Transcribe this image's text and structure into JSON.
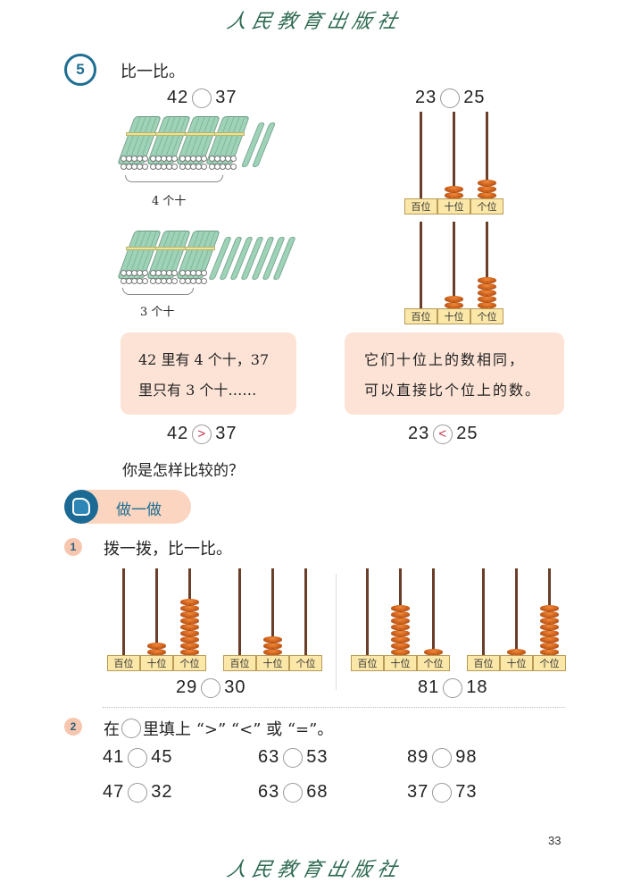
{
  "header": {
    "publisher": "人民教育出版社"
  },
  "section5": {
    "number": "5",
    "title": "比一比。",
    "left": {
      "question": {
        "a": "42",
        "b": "37"
      },
      "bundle_label_top": "4 个十",
      "bundle_label_bottom": "3 个十",
      "bubble_lines": [
        "42 里有 4 个十，37",
        "里只有 3 个十……"
      ],
      "answer": {
        "a": "42",
        "symbol": ">",
        "b": "37"
      }
    },
    "right": {
      "question": {
        "a": "23",
        "b": "25"
      },
      "bubble_lines": [
        "它们十位上的数相同，",
        "可以直接比个位上的数。"
      ],
      "answer": {
        "a": "23",
        "symbol": "<",
        "b": "25"
      }
    },
    "prompt": "你是怎样比较的？"
  },
  "abacus_labels": [
    "百位",
    "十位",
    "个位"
  ],
  "abaci": {
    "a23": [
      0,
      2,
      3
    ],
    "a25": [
      0,
      2,
      5
    ],
    "a29": [
      0,
      2,
      9
    ],
    "a30": [
      0,
      3,
      0
    ],
    "a81": [
      0,
      8,
      1
    ],
    "a18": [
      0,
      1,
      8
    ]
  },
  "practice": {
    "badge_label": "做一做",
    "q1": {
      "number": "1",
      "text": "拨一拨，比一比。",
      "pair1": {
        "a": "29",
        "b": "30"
      },
      "pair2": {
        "a": "81",
        "b": "18"
      }
    },
    "q2": {
      "number": "2",
      "text_pre": "在",
      "text_post": "里填上 “>” “<” 或 “=”。",
      "rows": [
        [
          {
            "a": "41",
            "b": "45"
          },
          {
            "a": "63",
            "b": "53"
          },
          {
            "a": "89",
            "b": "98"
          }
        ],
        [
          {
            "a": "47",
            "b": "32"
          },
          {
            "a": "63",
            "b": "68"
          },
          {
            "a": "37",
            "b": "73"
          }
        ]
      ]
    }
  },
  "footer": {
    "page_number": "33",
    "publisher": "人民教育出版社"
  }
}
